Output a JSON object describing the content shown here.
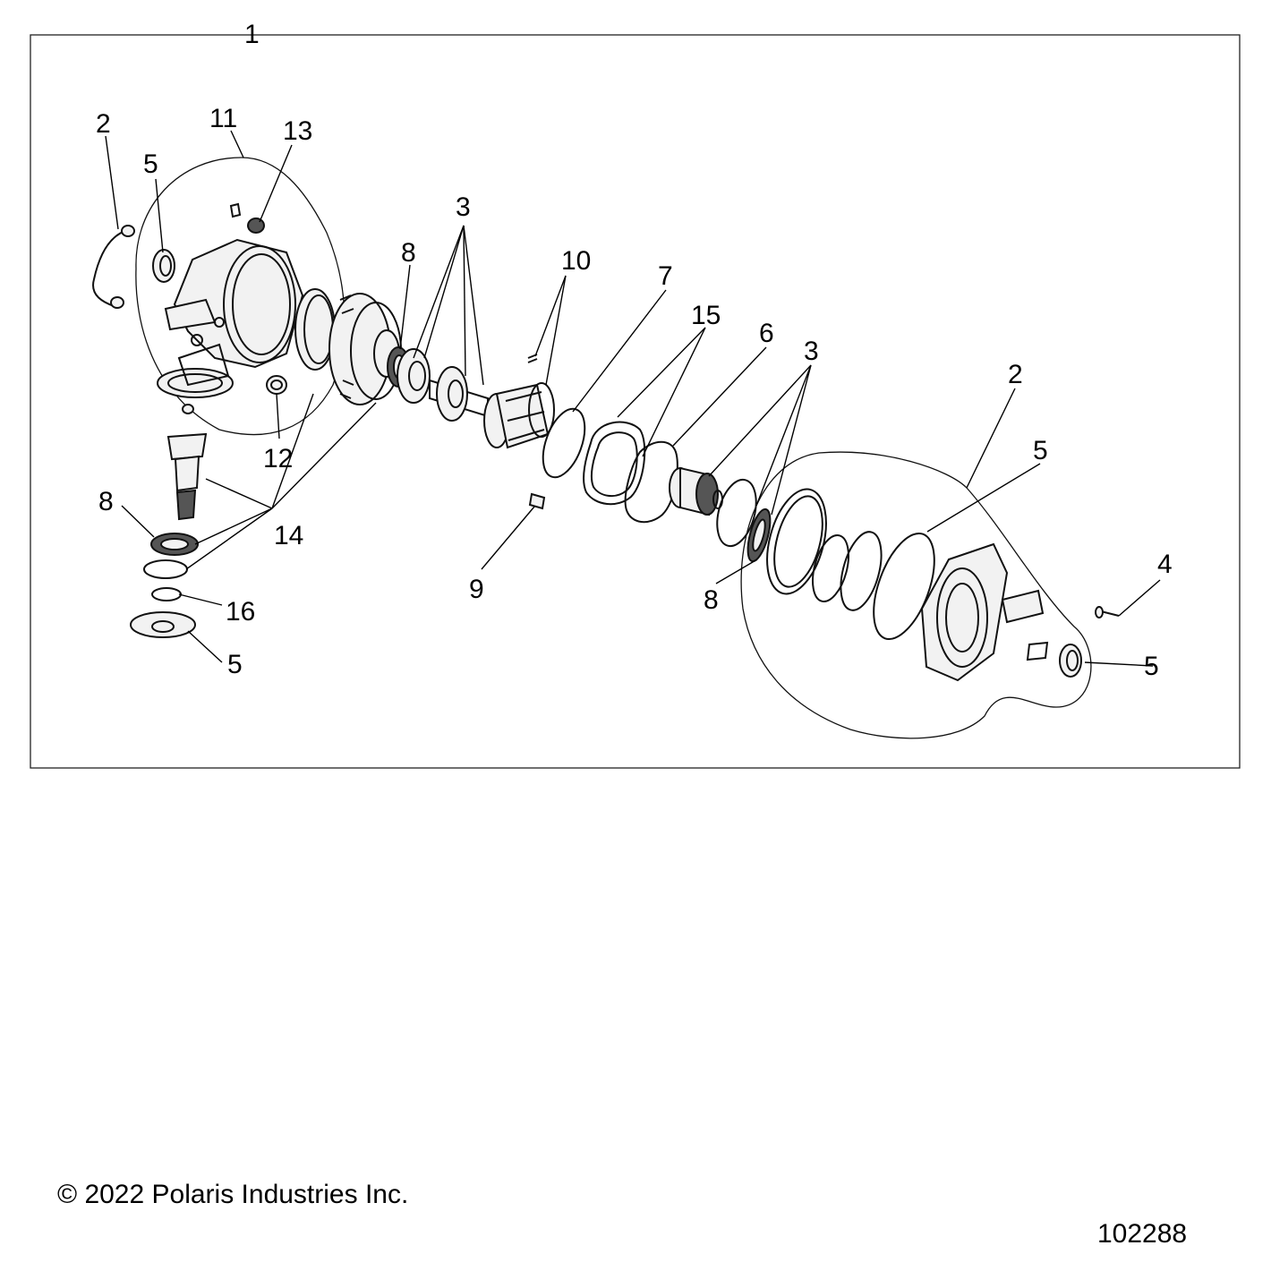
{
  "callouts": {
    "c1": "1",
    "c2_left": "2",
    "c2_right": "2",
    "c3_left": "3",
    "c3_right": "3",
    "c4": "4",
    "c5_upper_left": "5",
    "c5_lower_left": "5",
    "c5_right_upper": "5",
    "c5_right_lower": "5",
    "c6": "6",
    "c7": "7",
    "c8_upper": "8",
    "c8_left": "8",
    "c8_right": "8",
    "c9": "9",
    "c10": "10",
    "c11": "11",
    "c12": "12",
    "c13": "13",
    "c14": "14",
    "c15": "15",
    "c16": "16"
  },
  "footer": {
    "copyright": "© 2022 Polaris Industries Inc.",
    "drawing_number": "102288"
  }
}
